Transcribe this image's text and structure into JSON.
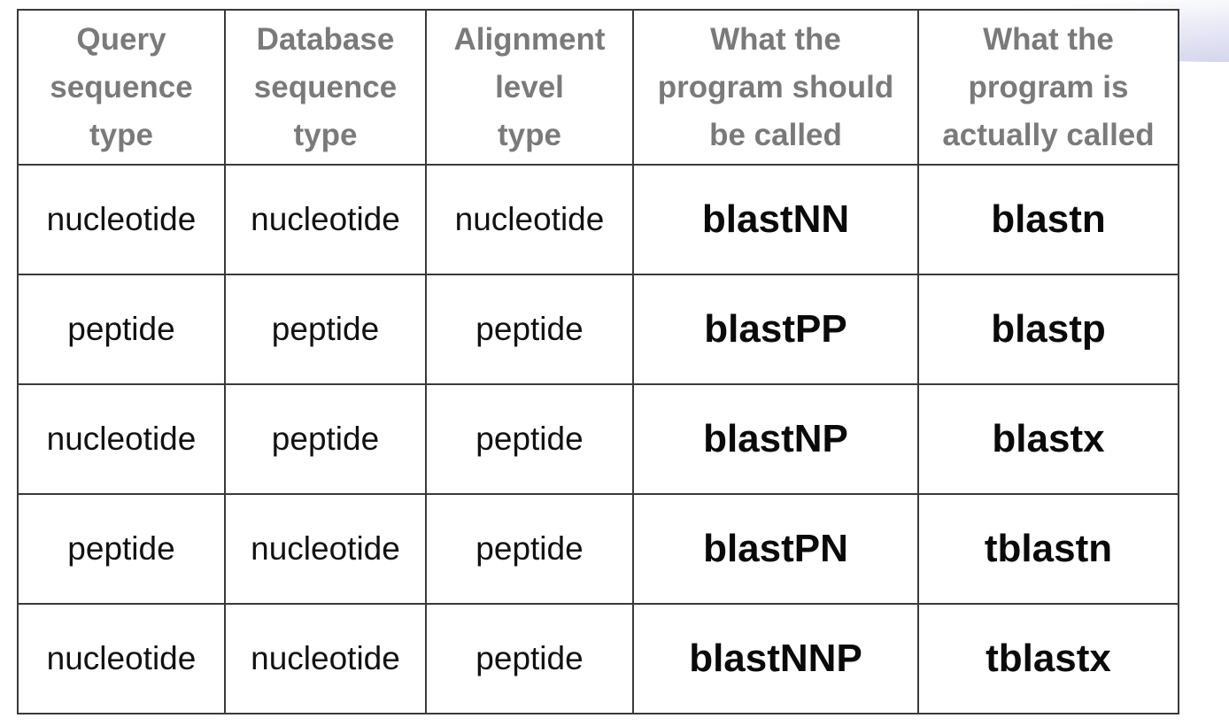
{
  "table": {
    "headers": [
      [
        "Query",
        "sequence",
        "type"
      ],
      [
        "Database",
        "sequence",
        "type"
      ],
      [
        "Alignment",
        "level",
        "type"
      ],
      [
        "What the",
        "program should",
        "be called"
      ],
      [
        "What the",
        "program is",
        "actually called"
      ]
    ],
    "rows": [
      [
        "nucleotide",
        "nucleotide",
        "nucleotide",
        "blastNN",
        "blastn"
      ],
      [
        "peptide",
        "peptide",
        "peptide",
        "blastPP",
        "blastp"
      ],
      [
        "nucleotide",
        "peptide",
        "peptide",
        "blastNP",
        "blastx"
      ],
      [
        "peptide",
        "nucleotide",
        "peptide",
        "blastPN",
        "tblastn"
      ],
      [
        "nucleotide",
        "nucleotide",
        "peptide",
        "blastNNP",
        "tblastx"
      ]
    ]
  },
  "colors": {
    "header_text": "#7a7a7a",
    "body_text": "#111111",
    "border": "#3a3a3a"
  }
}
